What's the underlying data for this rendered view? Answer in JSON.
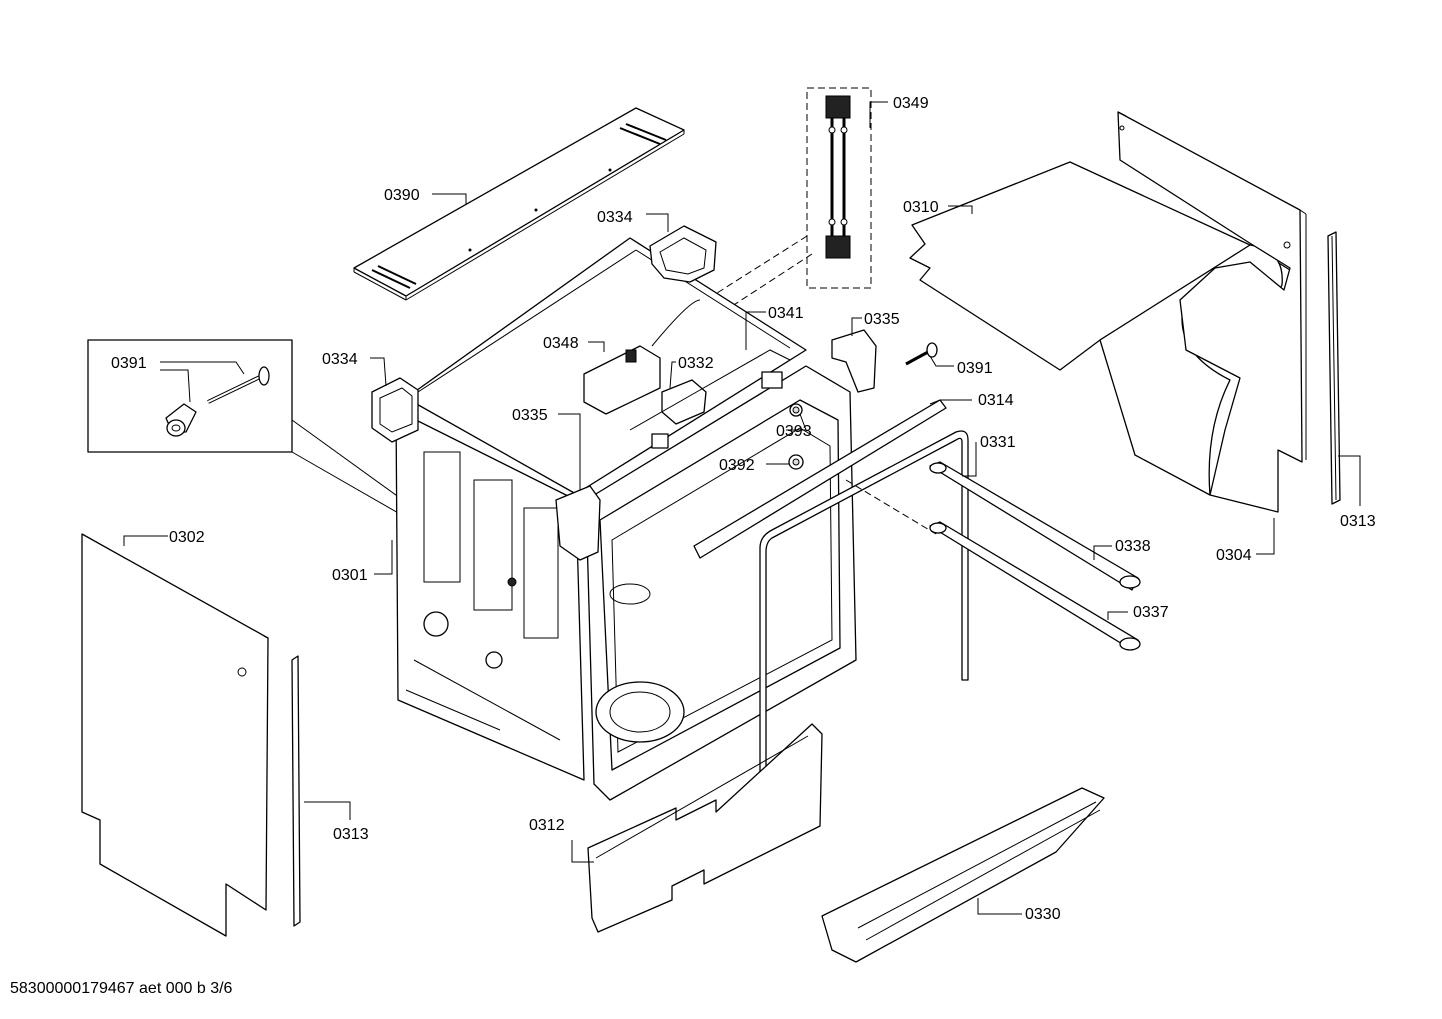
{
  "document_id": "58300000179467 aet 000 b 3/6",
  "callouts": {
    "p0390": "0390",
    "p0334a": "0334",
    "p0334b": "0334",
    "p0349": "0349",
    "p0310": "0310",
    "p0391a": "0391",
    "p0391b": "0391",
    "p0348": "0348",
    "p0332": "0332",
    "p0341": "0341",
    "p0335a": "0335",
    "p0335b": "0335",
    "p0314": "0314",
    "p0393": "0393",
    "p0392": "0392",
    "p0331": "0331",
    "p0302": "0302",
    "p0301": "0301",
    "p0338": "0338",
    "p0337": "0337",
    "p0304": "0304",
    "p0313a": "0313",
    "p0313b": "0313",
    "p0312": "0312",
    "p0330": "0330"
  }
}
